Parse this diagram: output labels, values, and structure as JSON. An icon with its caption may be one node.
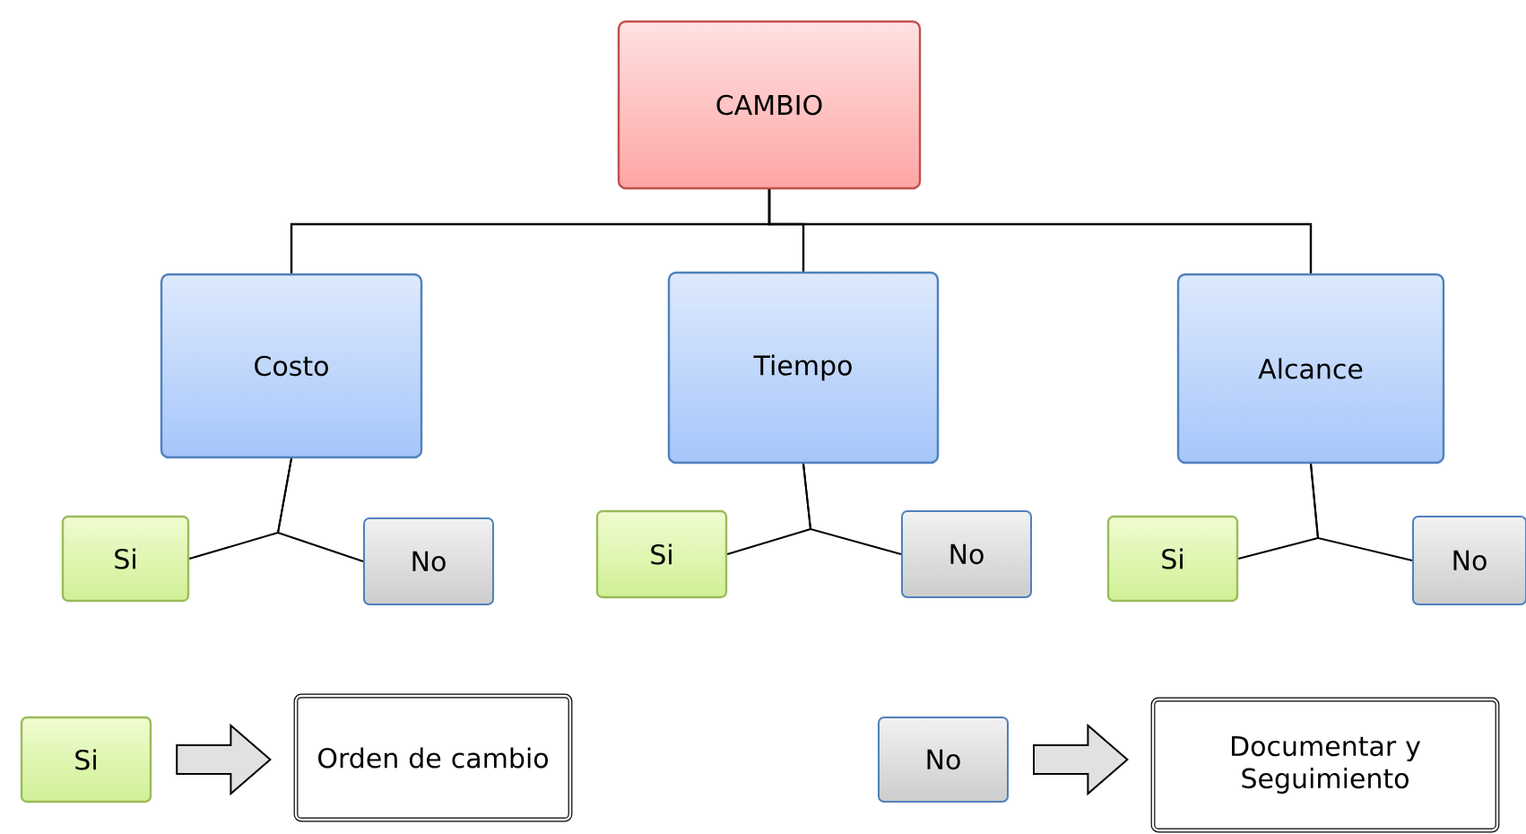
{
  "diagram": {
    "nodes": [
      {
        "text": [
          "CAMBIO"
        ]
      },
      {
        "text": [
          "Costo"
        ]
      },
      {
        "text": [
          "Tiempo"
        ]
      },
      {
        "text": [
          "Alcance"
        ]
      },
      {
        "text": [
          "Si"
        ]
      },
      {
        "text": [
          "No"
        ]
      },
      {
        "text": [
          "Si"
        ]
      },
      {
        "text": [
          "No"
        ]
      },
      {
        "text": [
          "Si"
        ]
      },
      {
        "text": [
          "No"
        ]
      },
      {
        "text": [
          "Si"
        ]
      },
      {
        "text": [
          "Orden de cambio"
        ]
      },
      {
        "text": [
          "No"
        ]
      },
      {
        "text": [
          "Documentar y Seguimiento"
        ]
      }
    ],
    "edges": [
      {
        "from": 0,
        "to": 1,
        "arrow": "none"
      },
      {
        "from": 0,
        "to": 2,
        "arrow": "none"
      },
      {
        "from": 0,
        "to": 3,
        "arrow": "none"
      },
      {
        "from": 1,
        "to": 4,
        "arrow": "none"
      },
      {
        "from": 1,
        "to": 5,
        "arrow": "none"
      },
      {
        "from": 2,
        "to": 6,
        "arrow": "none"
      },
      {
        "from": 2,
        "to": 7,
        "arrow": "none"
      },
      {
        "from": 3,
        "to": 8,
        "arrow": "none"
      },
      {
        "from": 3,
        "to": 9,
        "arrow": "none"
      },
      {
        "from": 10,
        "to": 11,
        "arrow": "to"
      },
      {
        "from": 12,
        "to": 13,
        "arrow": "to"
      }
    ]
  }
}
